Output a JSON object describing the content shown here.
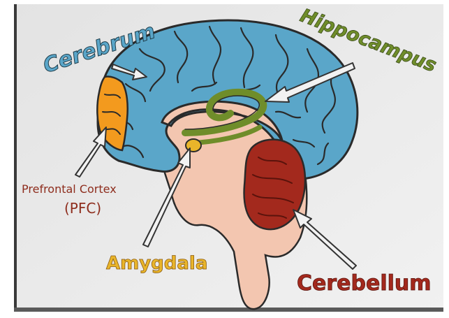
{
  "labels": {
    "cerebrum": "Cerebrum",
    "hippocampus": "Hippocampus",
    "pfc_line1": "Prefrontal Cortex",
    "pfc_line2": "(PFC)",
    "amygdala": "Amygdala",
    "cerebellum": "Cerebellum"
  },
  "colors": {
    "cerebrum": "#5aa6c9",
    "prefrontal_cortex": "#f39a1e",
    "hippocampus": "#6f8d2a",
    "amygdala": "#e9b52a",
    "cerebellum": "#a3291d",
    "brainstem": "#f3c6b0",
    "outline": "#2a2a2a",
    "arrow_fill": "#f2f2f2",
    "paper": "#ececec"
  }
}
